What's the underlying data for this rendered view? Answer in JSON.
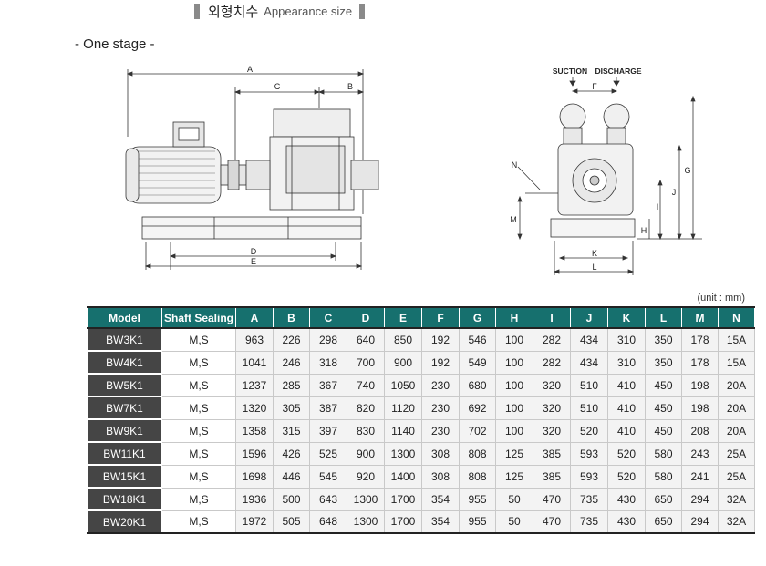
{
  "header": {
    "title_ko": "외형치수",
    "title_en": "Appearance size"
  },
  "stage_label": "- One stage -",
  "drawing_labels": {
    "front": {
      "A": "A",
      "B": "B",
      "C": "C",
      "D": "D",
      "E": "E"
    },
    "side": {
      "suction": "SUCTION",
      "discharge": "DISCHARGE",
      "F": "F",
      "G": "G",
      "H": "H",
      "I": "I",
      "J": "J",
      "K": "K",
      "L": "L",
      "M": "M",
      "N": "N"
    }
  },
  "unit_note": "(unit : mm)",
  "table": {
    "headers": [
      "Model",
      "Shaft Sealing",
      "A",
      "B",
      "C",
      "D",
      "E",
      "F",
      "G",
      "H",
      "I",
      "J",
      "K",
      "L",
      "M",
      "N"
    ],
    "rows": [
      [
        "BW3K1",
        "M,S",
        "963",
        "226",
        "298",
        "640",
        "850",
        "192",
        "546",
        "100",
        "282",
        "434",
        "310",
        "350",
        "178",
        "15A"
      ],
      [
        "BW4K1",
        "M,S",
        "1041",
        "246",
        "318",
        "700",
        "900",
        "192",
        "549",
        "100",
        "282",
        "434",
        "310",
        "350",
        "178",
        "15A"
      ],
      [
        "BW5K1",
        "M,S",
        "1237",
        "285",
        "367",
        "740",
        "1050",
        "230",
        "680",
        "100",
        "320",
        "510",
        "410",
        "450",
        "198",
        "20A"
      ],
      [
        "BW7K1",
        "M,S",
        "1320",
        "305",
        "387",
        "820",
        "1120",
        "230",
        "692",
        "100",
        "320",
        "510",
        "410",
        "450",
        "198",
        "20A"
      ],
      [
        "BW9K1",
        "M,S",
        "1358",
        "315",
        "397",
        "830",
        "1140",
        "230",
        "702",
        "100",
        "320",
        "520",
        "410",
        "450",
        "208",
        "20A"
      ],
      [
        "BW11K1",
        "M,S",
        "1596",
        "426",
        "525",
        "900",
        "1300",
        "308",
        "808",
        "125",
        "385",
        "593",
        "520",
        "580",
        "243",
        "25A"
      ],
      [
        "BW15K1",
        "M,S",
        "1698",
        "446",
        "545",
        "920",
        "1400",
        "308",
        "808",
        "125",
        "385",
        "593",
        "520",
        "580",
        "241",
        "25A"
      ],
      [
        "BW18K1",
        "M,S",
        "1936",
        "500",
        "643",
        "1300",
        "1700",
        "354",
        "955",
        "50",
        "470",
        "735",
        "430",
        "650",
        "294",
        "32A"
      ],
      [
        "BW20K1",
        "M,S",
        "1972",
        "505",
        "648",
        "1300",
        "1700",
        "354",
        "955",
        "50",
        "470",
        "735",
        "430",
        "650",
        "294",
        "32A"
      ]
    ]
  }
}
